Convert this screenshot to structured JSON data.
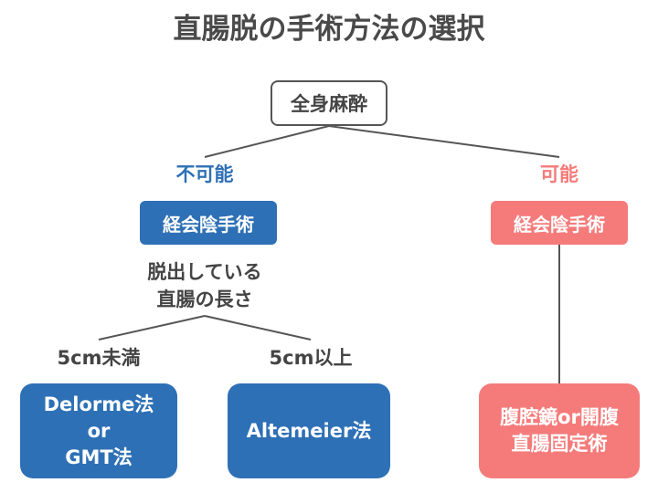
{
  "title": "直腸脱の手術方法の選択",
  "root": {
    "label": "全身麻酔"
  },
  "branches": {
    "left": {
      "label": "不可能",
      "color": "#2e70b5",
      "approach": "経会陰手術",
      "condition": "脱出している\n直腸の長さ",
      "sub": [
        {
          "label": "5cm未満",
          "procedure": "Delorme法\nor\nGMT法"
        },
        {
          "label": "5cm以上",
          "procedure": "Altemeier法"
        }
      ]
    },
    "right": {
      "label": "可能",
      "color": "#f57b7b",
      "approach": "経会陰手術",
      "procedure": "腹腔鏡or開腹\n直腸固定術"
    }
  },
  "colors": {
    "blue": "#2e70b5",
    "pink": "#f57b7b",
    "text": "#444444",
    "line": "#555555"
  }
}
